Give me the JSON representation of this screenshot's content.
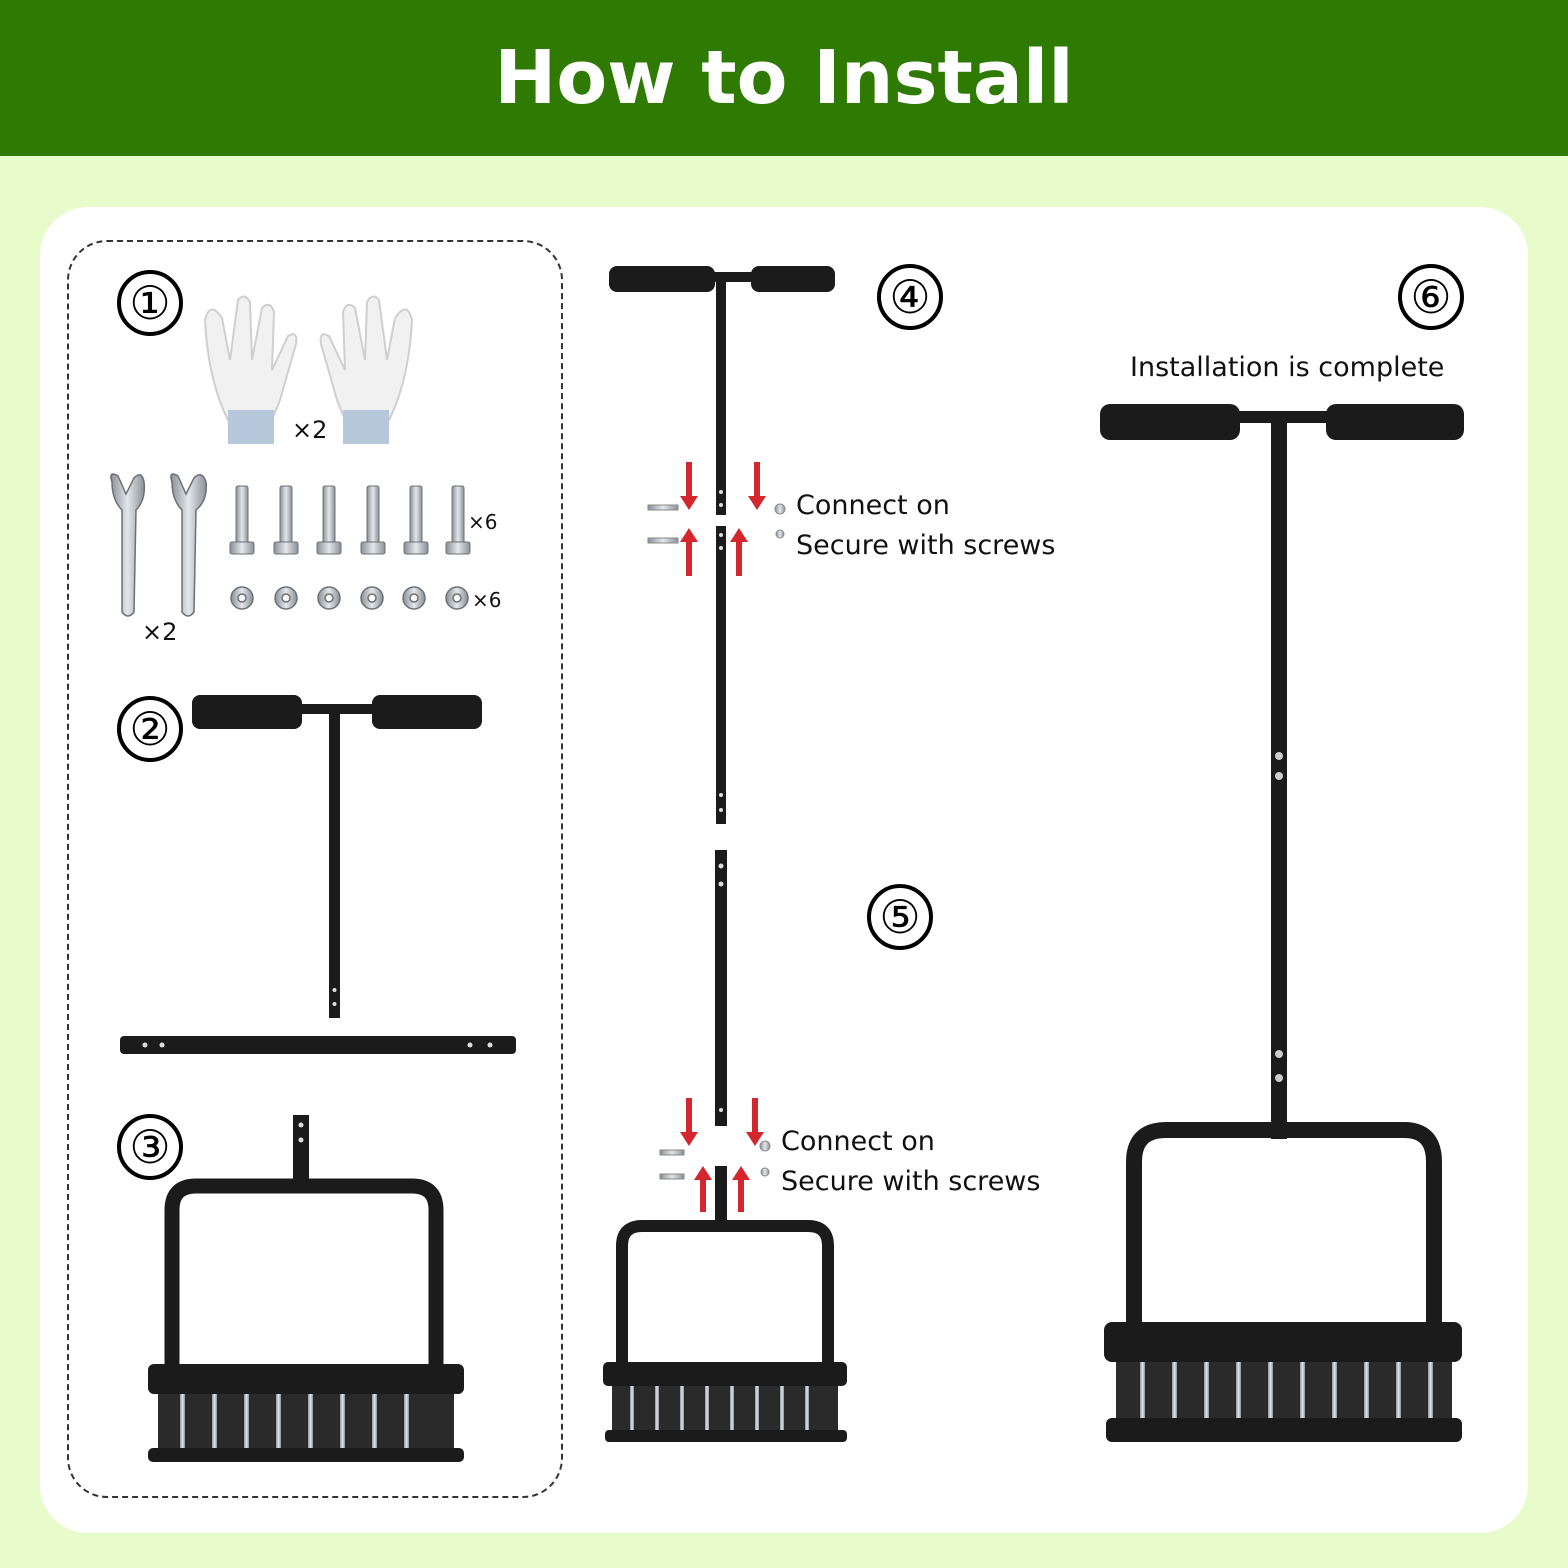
{
  "header": {
    "title": "How to Install"
  },
  "steps": {
    "s1": "①",
    "s2": "②",
    "s3": "③",
    "s4": "④",
    "s5": "⑤",
    "s6": "⑥"
  },
  "parts": {
    "gloves_qty": "×2",
    "wrench_qty": "×2",
    "bolts_qty": "×6",
    "nuts_qty": "×6"
  },
  "step4": {
    "connect": "Connect on",
    "secure": "Secure with screws"
  },
  "step5": {
    "connect": "Connect on",
    "secure": "Secure with screws"
  },
  "step6": {
    "caption": "Installation is complete"
  },
  "colors": {
    "banner": "#2e7a02",
    "background": "#e8fccb",
    "arrow": "#d4262c"
  }
}
